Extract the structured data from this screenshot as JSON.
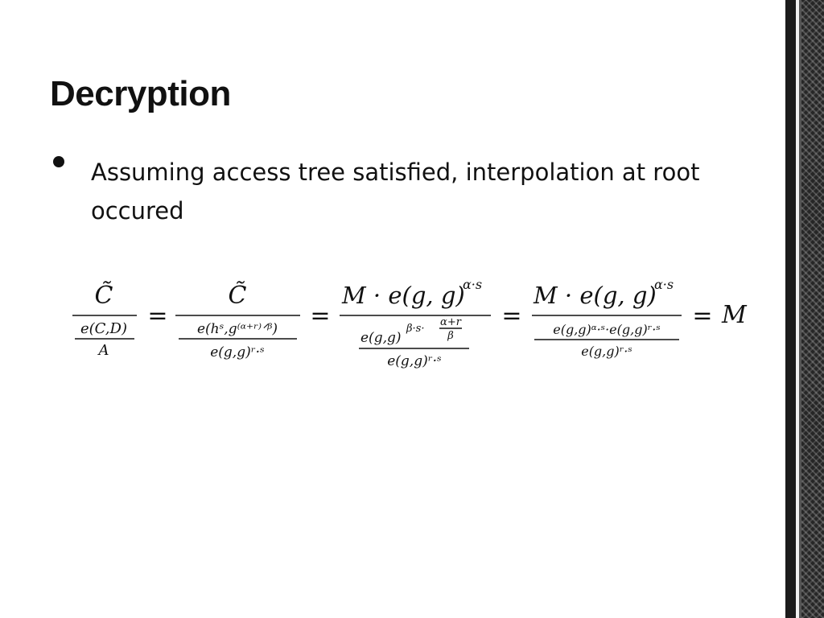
{
  "slide": {
    "title": "Decryption",
    "bullets": [
      {
        "text": "Assuming access tree satisfied, interpolation at root occured"
      }
    ]
  },
  "equation": {
    "term1": {
      "num": "C̃",
      "den_num": "e(C,D)",
      "den_den": "A"
    },
    "eq": "=",
    "term2": {
      "num": "C̃",
      "den_num": "e(hˢ,g⁽ᵅ⁺ʳ⁾ᐟᵝ)",
      "den_den": "e(g,g)ʳ·ˢ"
    },
    "term3": {
      "num_base": "M · e(g, g)",
      "num_exp": "α·s",
      "den_num_base": "e(g,g)",
      "den_num_exp": "β·s·",
      "den_num_frac_num": "α+r",
      "den_num_frac_den": "β",
      "den_den": "e(g,g)ʳ·ˢ"
    },
    "term4": {
      "num_base": "M · e(g, g)",
      "num_exp": "α·s",
      "den_num": "e(g,g)ᵅ·ˢ·e(g,g)ʳ·ˢ",
      "den_den": "e(g,g)ʳ·ˢ"
    },
    "result": "M"
  },
  "colors": {
    "text": "#111111",
    "background": "#ffffff",
    "strip": "#1c1c1c"
  }
}
